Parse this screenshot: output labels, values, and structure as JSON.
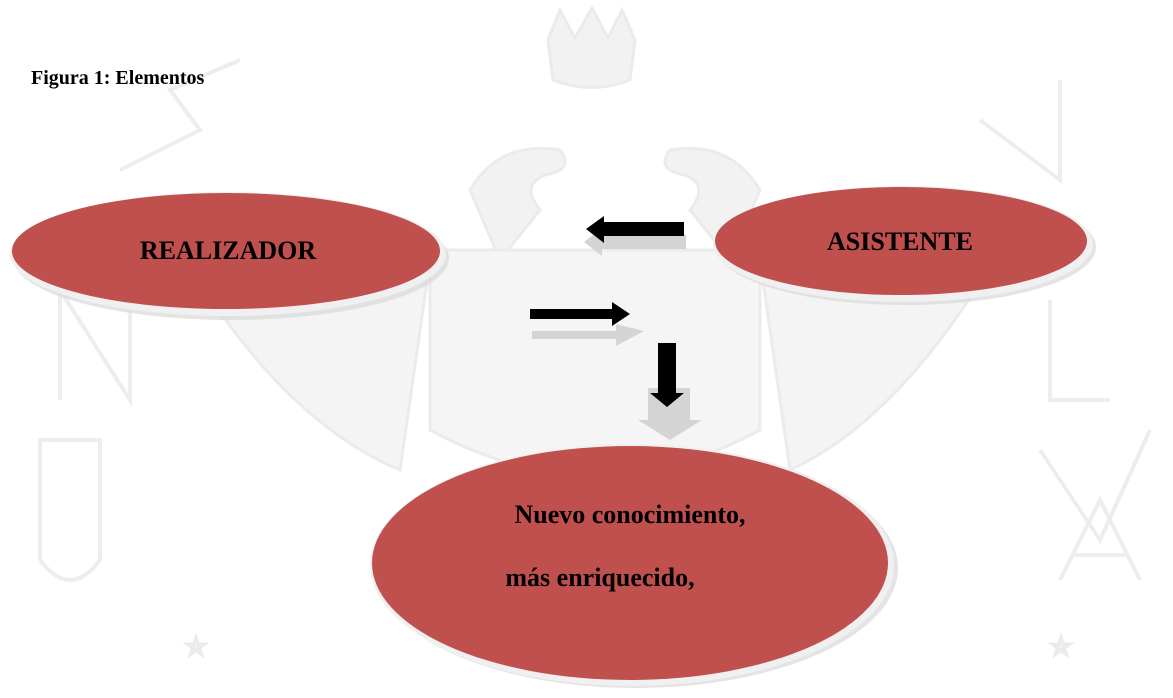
{
  "caption": "Figura 1: Elementos",
  "nodes": {
    "realizador": "REALIZADOR",
    "asistente": "ASISTENTE",
    "resultado_line1": "Nuevo conocimiento,",
    "resultado_line2": "más enriquecido,"
  },
  "colors": {
    "ellipse_fill": "#C0504D",
    "ellipse_edge": "#E8E8E8",
    "arrow": "#000000",
    "arrow_shadow": "#D4D4D4",
    "watermark": "#EFEFEF"
  },
  "edges": [
    {
      "from": "ASISTENTE",
      "to": "REALIZADOR"
    },
    {
      "from": "REALIZADOR",
      "to": "ASISTENTE"
    },
    {
      "from": "ASISTENTE",
      "to": "Nuevo conocimiento, más enriquecido,"
    }
  ]
}
